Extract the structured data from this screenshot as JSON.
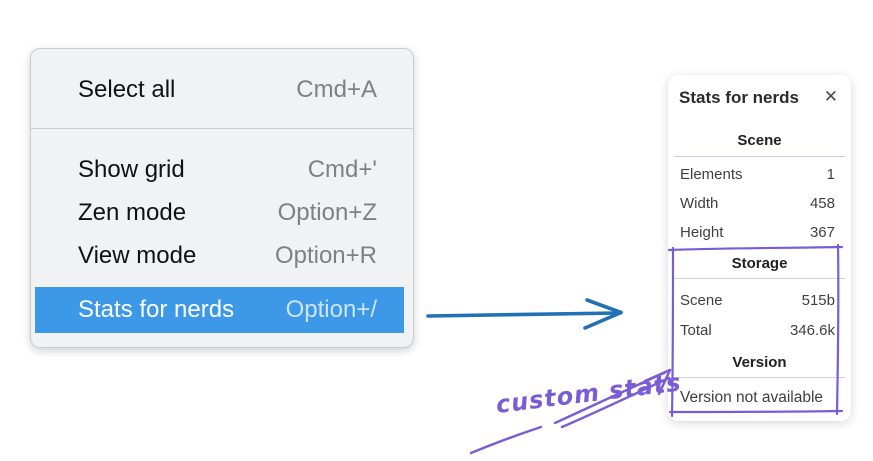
{
  "colors": {
    "menu_bg": "#f1f2f4",
    "menu_border": "#c8cbd0",
    "menu_text": "#111111",
    "shortcut_text": "#808084",
    "highlight_bg": "#3d99e8",
    "highlight_text": "#ffffff",
    "highlight_shortcut": "#cde5fa",
    "panel_bg": "#ffffff",
    "panel_text": "#3f3f3f",
    "panel_divider": "#ccd3da",
    "arrow_blue": "#2270b5",
    "annotation_purple": "#7a5cd6"
  },
  "menu": {
    "group1": {
      "items": [
        {
          "label": "Select all",
          "shortcut": "Cmd+A"
        }
      ]
    },
    "group2": {
      "items": [
        {
          "label": "Show grid",
          "shortcut": "Cmd+'"
        },
        {
          "label": "Zen mode",
          "shortcut": "Option+Z"
        },
        {
          "label": "View mode",
          "shortcut": "Option+R"
        },
        {
          "label": "Stats for nerds",
          "shortcut": "Option+/"
        }
      ]
    }
  },
  "panel": {
    "title": "Stats for nerds",
    "close_icon": "✕",
    "scene": {
      "heading": "Scene",
      "rows": [
        {
          "label": "Elements",
          "value": "1"
        },
        {
          "label": "Width",
          "value": "458"
        },
        {
          "label": "Height",
          "value": "367"
        }
      ]
    },
    "storage": {
      "heading": "Storage",
      "rows": [
        {
          "label": "Scene",
          "value": "515b"
        },
        {
          "label": "Total",
          "value": "346.6k"
        }
      ]
    },
    "version": {
      "heading": "Version",
      "note": "Version not available"
    }
  },
  "annotation": {
    "label": "custom stats"
  }
}
